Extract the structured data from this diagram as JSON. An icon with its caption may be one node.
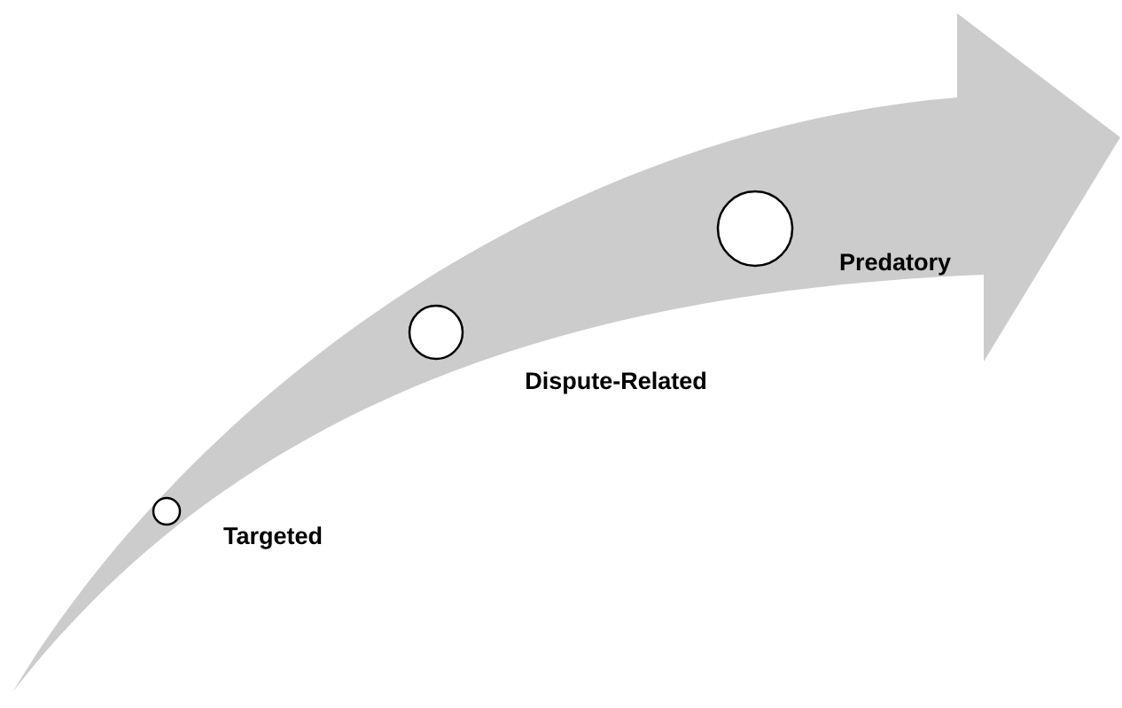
{
  "diagram": {
    "nodes": [
      {
        "text": [],
        "shape": "circle",
        "beside": [
          "Targeted"
        ]
      },
      {
        "text": [],
        "shape": "circle",
        "beside": [
          "Dispute-Related"
        ]
      },
      {
        "text": [],
        "shape": "circle",
        "beside": [
          "Predatory"
        ]
      }
    ]
  }
}
